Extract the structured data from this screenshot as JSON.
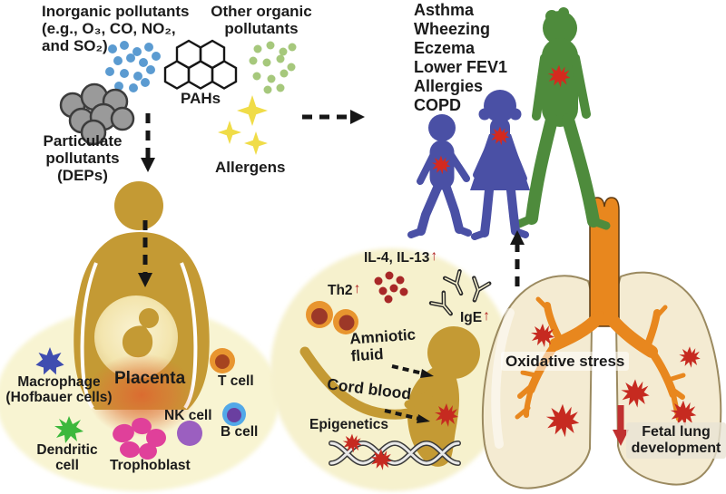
{
  "pollutants": {
    "inorganic": [
      "Inorganic pollutants",
      "(e.g., O₃, CO, NO₂,",
      "and SO₂)"
    ],
    "pahs": "PAHs",
    "other_organic": [
      "Other organic",
      "pollutants"
    ],
    "particulate": [
      "Particulate",
      "pollutants",
      "(DEPs)"
    ],
    "allergens": "Allergens"
  },
  "health_outcomes": [
    "Asthma",
    "Wheezing",
    "Eczema",
    "Lower FEV1",
    "Allergies",
    "COPD"
  ],
  "placenta_panel": {
    "title": "Placenta",
    "macrophage": [
      "Macrophage",
      "(Hofbauer cells)"
    ],
    "dendritic": [
      "Dendritic",
      "cell"
    ],
    "trophoblast": "Trophoblast",
    "nk_cell": "NK cell",
    "t_cell": "T cell",
    "b_cell": "B cell"
  },
  "fetal_panel": {
    "il": "IL-4, IL-13",
    "th2": "Th2",
    "ige": "IgE",
    "up_arrow": "↑",
    "amniotic": [
      "Amniotic",
      "fluid"
    ],
    "cord_blood": "Cord blood",
    "epigenetics": "Epigenetics"
  },
  "lung_panel": {
    "oxidative_stress": "Oxidative stress",
    "fetal_lung": [
      "Fetal lung",
      "development"
    ]
  },
  "colors": {
    "inorganic_dot_blue": "#5b9bd1",
    "organic_dot_green": "#a6c87c",
    "particle_gray": "#9a9a9a",
    "allergen_yellow": "#f0dc48",
    "family_blue": "#4a50a5",
    "family_green": "#4e8b3c",
    "mother_gold": "#c49a34",
    "pale_yellow": "#f7f3d0",
    "lung_cream": "#f4ebd2",
    "airway_orange": "#e8871e",
    "inflammation_red": "#c62a20",
    "macrophage_blue": "#3f4db0",
    "dendritic_green": "#3cb83c",
    "trophoblast_pink": "#e0409a",
    "nk_purple": "#9b5fc0",
    "tcell_orange": "#e8952f",
    "tcell_core": "#a6441f",
    "bcell_blue": "#52a8e8",
    "bcell_core": "#6a3fa0",
    "cytokine_red": "#a82828",
    "arrow_red": "#b22222"
  }
}
